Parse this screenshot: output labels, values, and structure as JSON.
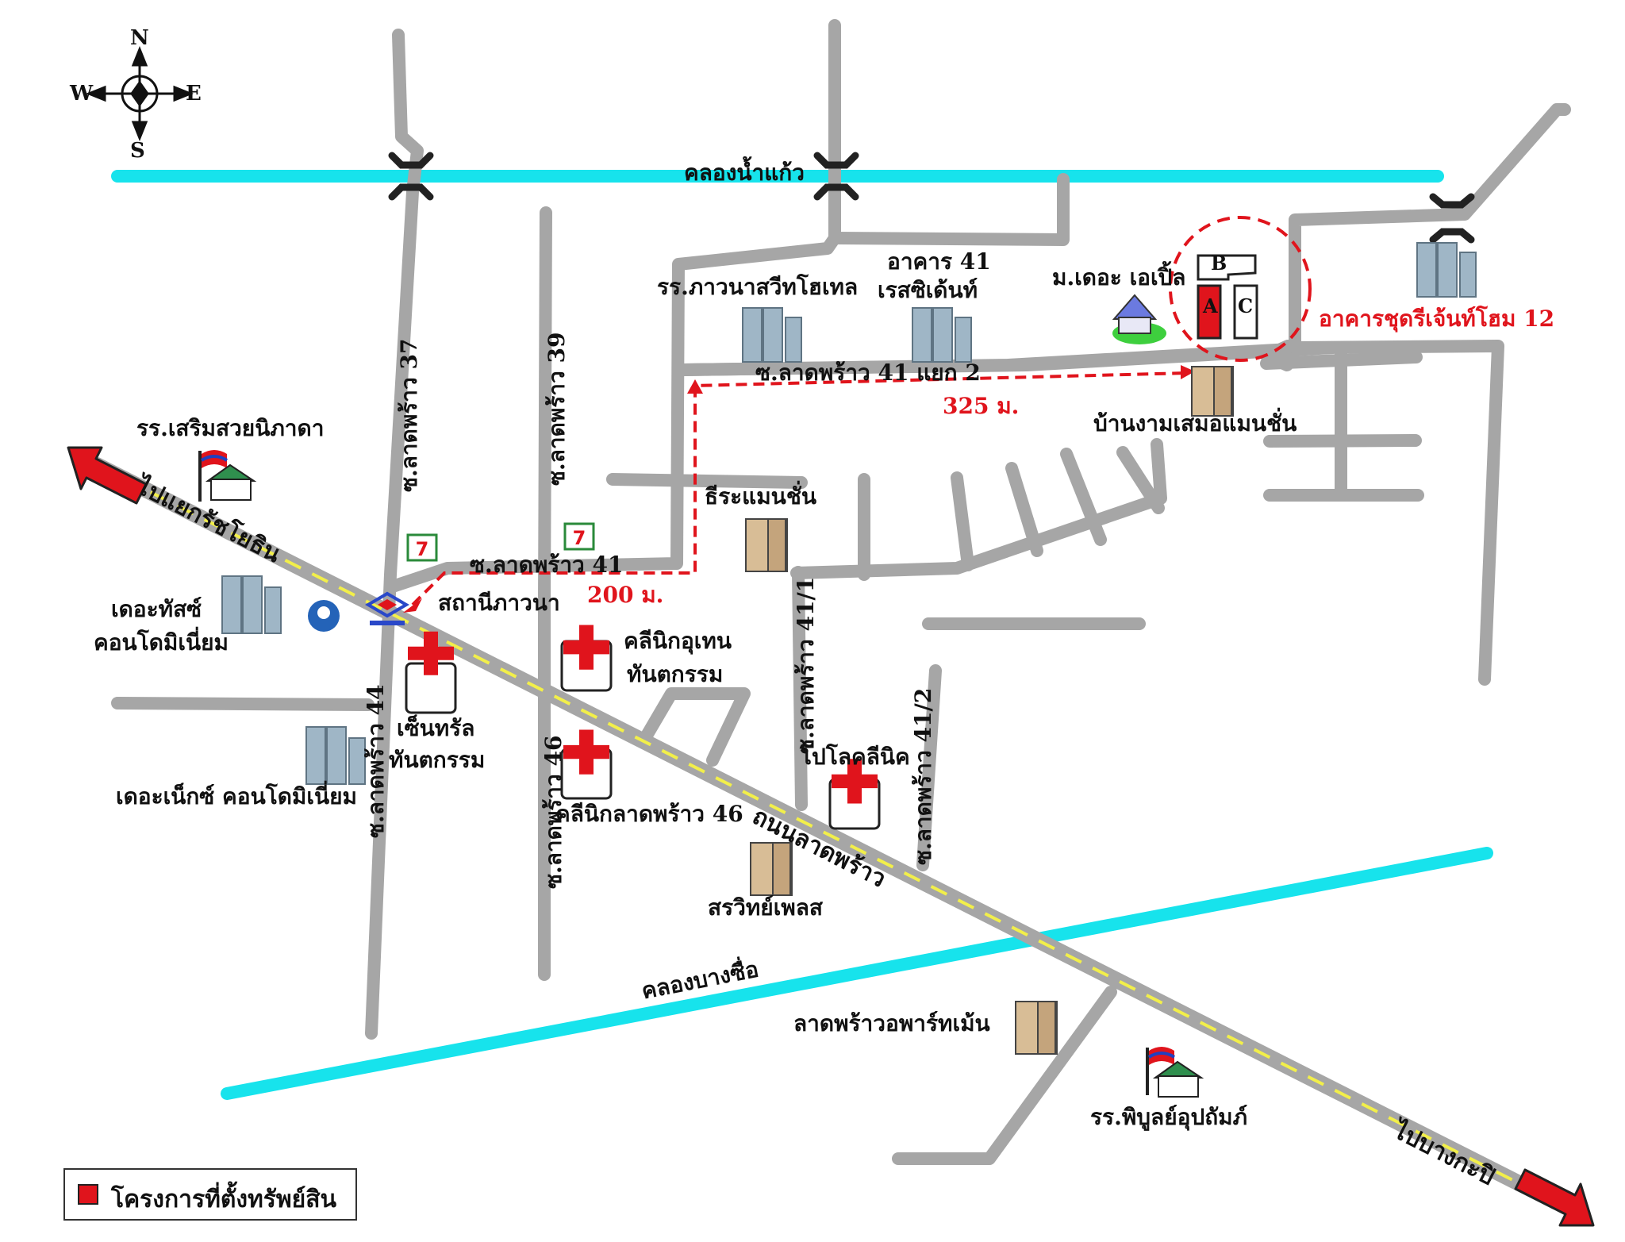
{
  "compass": {
    "north": "N",
    "south": "S",
    "east": "E",
    "west": "W"
  },
  "canals": {
    "top": "คลองน้ำแก้ว",
    "bottom": "คลองบางซื่อ"
  },
  "roads": {
    "main": "ถนนลาดพร้าว",
    "to_northwest": "ไปแยกรัชโยธิน",
    "to_southeast": "ไปบางกะปิ",
    "soi_37": "ซ.ลาดพร้าว 37",
    "soi_39": "ซ.ลาดพร้าว 39",
    "soi_41": "ซ.ลาดพร้าว 41",
    "soi_41_2": "ซ.ลาดพร้าว 41 แยก 2",
    "soi_41_1": "ซ.ลาดพร้าว 41/1",
    "soi_41_2b": "ซ.ลาดพร้าว 41/2",
    "soi_44": "ซ.ลาดพร้าว 44",
    "soi_46": "ซ.ลาดพร้าว 46"
  },
  "distances": {
    "first": "200 ม.",
    "second": "325 ม."
  },
  "places": {
    "school_bhawana": "รร.ภาวนาสวีทโฮเทล",
    "building41_l1": "อาคาร 41",
    "building41_l2": "เรสซิเด้นท์",
    "village": "ม.เดอะ เอเปิ้ล",
    "condo_12": "อาคารชุดรีเจ้นท์โฮม 12",
    "baan_ngam": "บ้านงามเสมอแมนชั่น",
    "school_soem": "รร.เสริมสวยนิภาดา",
    "teera": "ธีระแมนชั่น",
    "station": "สถานีภาวนา",
    "thetrust_l1": "เดอะทัสซ์",
    "thetrust_l2": "คอนโดมิเนี่ยม",
    "clinic_kusol_l1": "คลีนิกอุเทน",
    "clinic_kusol_l2": "ทันตกรรม",
    "central_l1": "เซ็นทรัล",
    "central_l2": "ทันตกรรม",
    "thenext": "เดอะเน็กซ์ คอนโดมิเนี่ยม",
    "polo": "โปโลคลีนิค",
    "clinic46": "คลีนิกลาดพร้าว 46",
    "sorawit": "สรวิทย์เพลส",
    "apartment": "ลาดพร้าวอพาร์ทเม้น",
    "school_pibul": "รร.พิบูลย์อุปถัมภ์"
  },
  "project": {
    "a": "A",
    "b": "B",
    "c": "C"
  },
  "legend": {
    "label": "โครงการที่ตั้งทรัพย์สิน"
  },
  "colors": {
    "road": "#a6a6a6",
    "canal": "#17e3ec",
    "route": "#e0141c",
    "main_road_dash": "#f2ef4a",
    "project": "#e0141c"
  }
}
